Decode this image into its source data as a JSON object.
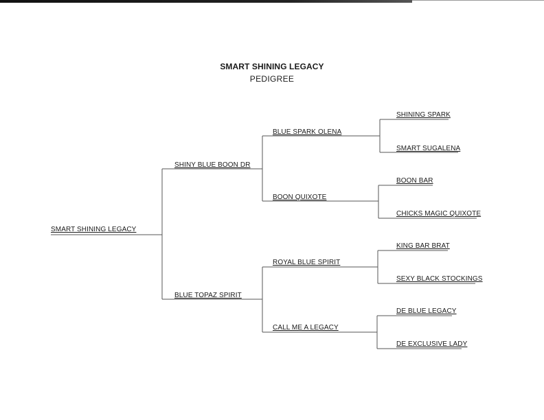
{
  "title": "SMART SHINING LEGACY",
  "subtitle": "PEDIGREE",
  "pedigree": {
    "subject": "SMART SHINING LEGACY",
    "sire": "SHINY BLUE BOON DR",
    "dam": "BLUE TOPAZ SPIRIT",
    "sire_sire": "BLUE SPARK OLENA",
    "sire_dam": "BOON QUIXOTE",
    "dam_sire": "ROYAL BLUE SPIRIT",
    "dam_dam": "CALL ME A LEGACY",
    "great_grandparents": [
      "SHINING SPARK",
      "SMART SUGALENA",
      "BOON BAR",
      "CHICKS MAGIC QUIXOTE",
      "KING BAR BRAT",
      "SEXY BLACK STOCKINGS",
      "DE BLUE LEGACY",
      "DE EXCLUSIVE LADY"
    ]
  }
}
